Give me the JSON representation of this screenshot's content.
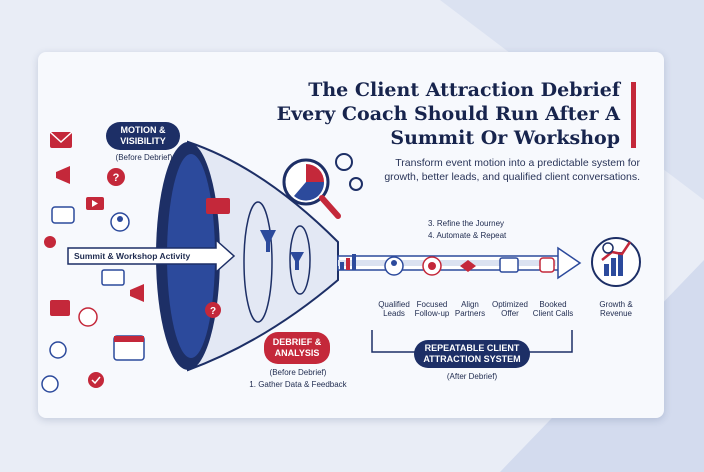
{
  "title": "The Client Attraction Debrief Every Coach Should Run After A Summit Or Workshop",
  "subtitle": "Transform event motion into a predictable system for growth, better leads, and qualified client conversations.",
  "motion": {
    "label": "MOTION & VISIBILITY",
    "note": "(Before Debrief)"
  },
  "activity_label": "Summit & Workshop Activity",
  "debrief": {
    "label": "DEBRIEF & ANALYSIS",
    "note": "(Before Debrief)",
    "step1": "1. Gather Data & Feedback"
  },
  "steps": {
    "step3": "3. Refine the Journey",
    "step4": "4. Automate & Repeat"
  },
  "outcomes": [
    {
      "label": "Qualified Leads",
      "icon": "qualified-leads-icon"
    },
    {
      "label": "Focused Follow-up",
      "icon": "target-icon"
    },
    {
      "label": "Align Partners",
      "icon": "handshake-icon"
    },
    {
      "label": "Optimized Offer",
      "icon": "offer-icon"
    },
    {
      "label": "Booked Client Calls",
      "icon": "phone-icon"
    }
  ],
  "growth": {
    "label": "Growth & Revenue",
    "icon": "growth-icon"
  },
  "system": {
    "label": "REPEATABLE CLIENT ATTRACTION SYSTEM",
    "note": "(After Debrief)"
  },
  "colors": {
    "navy": "#17244d",
    "blue": "#2c4a9c",
    "red": "#c4283a"
  }
}
